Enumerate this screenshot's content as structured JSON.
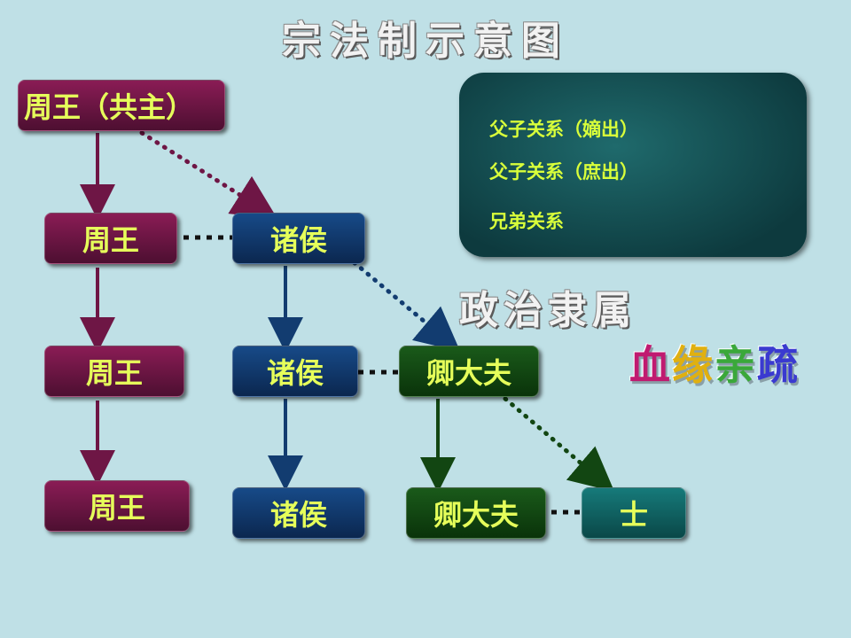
{
  "title": "宗法制示意图",
  "nodes": {
    "king_top": "周王（共主）",
    "king_2": "周王",
    "king_3": "周王",
    "king_4": "周王",
    "lord_1": "诸侯",
    "lord_2": "诸侯",
    "lord_3": "诸侯",
    "minister_1": "卿大夫",
    "minister_2": "卿大夫",
    "scholar_1": "士"
  },
  "legend": {
    "items": [
      {
        "label": "父子关系（嫡出）",
        "line": "solid arrow"
      },
      {
        "label": "父子关系（庶出）",
        "line": "dotted arrow"
      },
      {
        "label": "兄弟关系",
        "line": "dotted line"
      }
    ],
    "accent_color": "#b6e000"
  },
  "labels": {
    "political": "政治隶属",
    "blood": [
      "血",
      "缘",
      "亲",
      "疏"
    ]
  },
  "colors": {
    "background": "#bfe0e6",
    "king": "#6e1645",
    "lord": "#123c70",
    "minister": "#124612",
    "scholar": "#0f5f60",
    "node_text": "#e6ff5a"
  }
}
